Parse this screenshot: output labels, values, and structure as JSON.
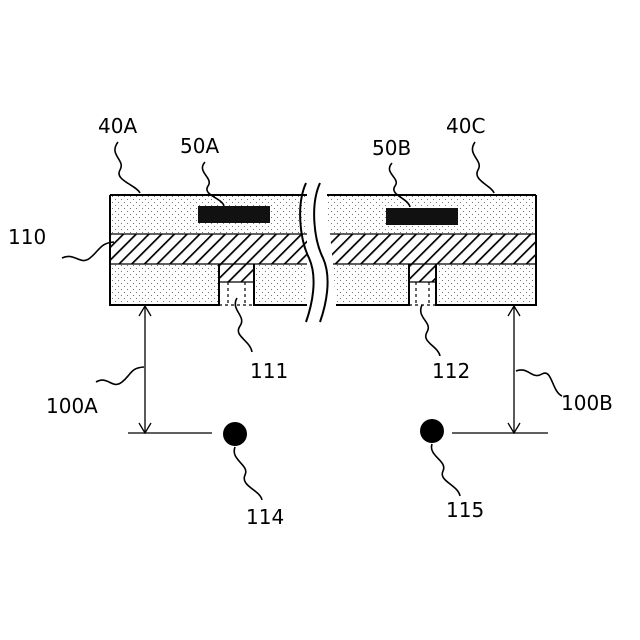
{
  "labels": {
    "layer_left": "40A",
    "layer_right": "40C",
    "element_left": "50A",
    "element_right": "50B",
    "hatched_layer": "110",
    "opening_left": "111",
    "opening_right": "112",
    "gap_left": "100A",
    "gap_right": "100B",
    "point_left": "114",
    "point_right": "115"
  }
}
